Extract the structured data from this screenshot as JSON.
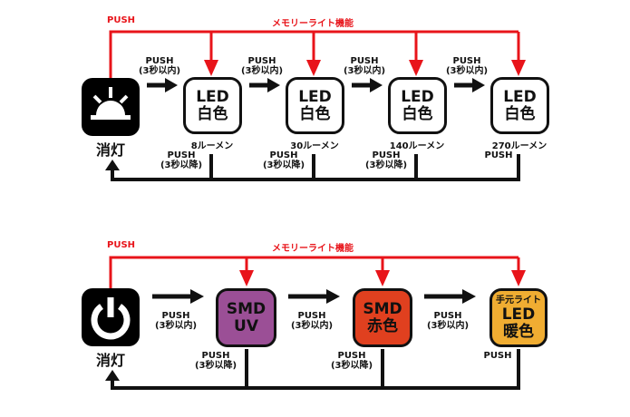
{
  "colors": {
    "memory_line": "#e8141a",
    "flow_line": "#111111",
    "uv_box": "#9b4f96",
    "red_box": "#e0401f",
    "warm_box": "#f0ad32"
  },
  "top_diagram": {
    "memory_push_label": "PUSH",
    "memory_label": "メモリーライト機能",
    "off_icon": "sunrise-icon",
    "off_label": "消灯",
    "states": [
      {
        "line1": "LED",
        "line2": "白色",
        "lumen": "8ルーメン"
      },
      {
        "line1": "LED",
        "line2": "白色",
        "lumen": "30ルーメン"
      },
      {
        "line1": "LED",
        "line2": "白色",
        "lumen": "140ルーメン"
      },
      {
        "line1": "LED",
        "line2": "白色",
        "lumen": "270ルーメン"
      }
    ],
    "forward_labels": [
      {
        "l1": "PUSH",
        "l2": "(3秒以内)"
      },
      {
        "l1": "PUSH",
        "l2": "(3秒以内)"
      },
      {
        "l1": "PUSH",
        "l2": "(3秒以内)"
      },
      {
        "l1": "PUSH",
        "l2": "(3秒以内)"
      }
    ],
    "return_labels": [
      {
        "l1": "PUSH",
        "l2": "(3秒以降)"
      },
      {
        "l1": "PUSH",
        "l2": "(3秒以降)"
      },
      {
        "l1": "PUSH",
        "l2": "(3秒以降)"
      },
      {
        "l1": "PUSH",
        "l2": ""
      }
    ]
  },
  "bottom_diagram": {
    "memory_push_label": "PUSH",
    "memory_label": "メモリーライト機能",
    "off_icon": "power-icon",
    "off_label": "消灯",
    "states": [
      {
        "top": "",
        "line1": "SMD",
        "line2": "UV"
      },
      {
        "top": "",
        "line1": "SMD",
        "line2": "赤色"
      },
      {
        "top": "手元ライト",
        "line1": "LED",
        "line2": "暖色"
      }
    ],
    "forward_labels": [
      {
        "l1": "PUSH",
        "l2": "(3秒以内)"
      },
      {
        "l1": "PUSH",
        "l2": "(3秒以内)"
      },
      {
        "l1": "PUSH",
        "l2": "(3秒以内)"
      }
    ],
    "return_labels": [
      {
        "l1": "PUSH",
        "l2": "(3秒以降)"
      },
      {
        "l1": "PUSH",
        "l2": "(3秒以降)"
      },
      {
        "l1": "PUSH",
        "l2": ""
      }
    ]
  }
}
